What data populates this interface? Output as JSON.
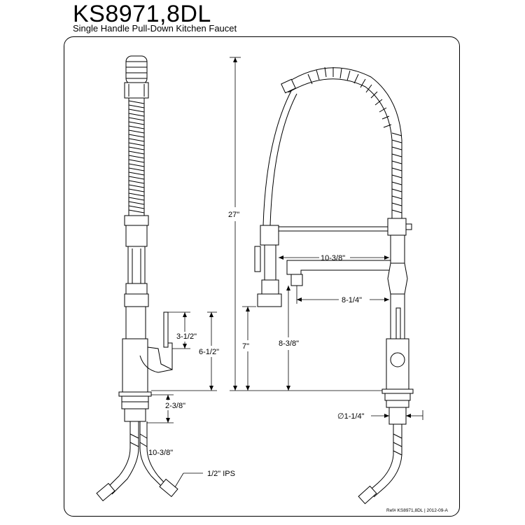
{
  "header": {
    "model": "KS8971,8DL",
    "description": "Single Handle Pull-Down Kitchen Faucet"
  },
  "dimensions": {
    "handle_height": "3-1/2\"",
    "base_to_handle_top": "6-1/2\"",
    "deck_thickness": "2-3/8\"",
    "supply_length": "10-3/8\"",
    "supply_fitting": "1/2\" IPS",
    "overall_height": "27\"",
    "spout_reach": "10-3/8\"",
    "spray_reach": "8-1/4\"",
    "spray_height": "7\"",
    "spout_height": "8-3/8\"",
    "hole_diameter": "∅1-1/4\""
  },
  "footer": {
    "reference": "Ref# KS8971,8DL | 2012-09-A"
  }
}
